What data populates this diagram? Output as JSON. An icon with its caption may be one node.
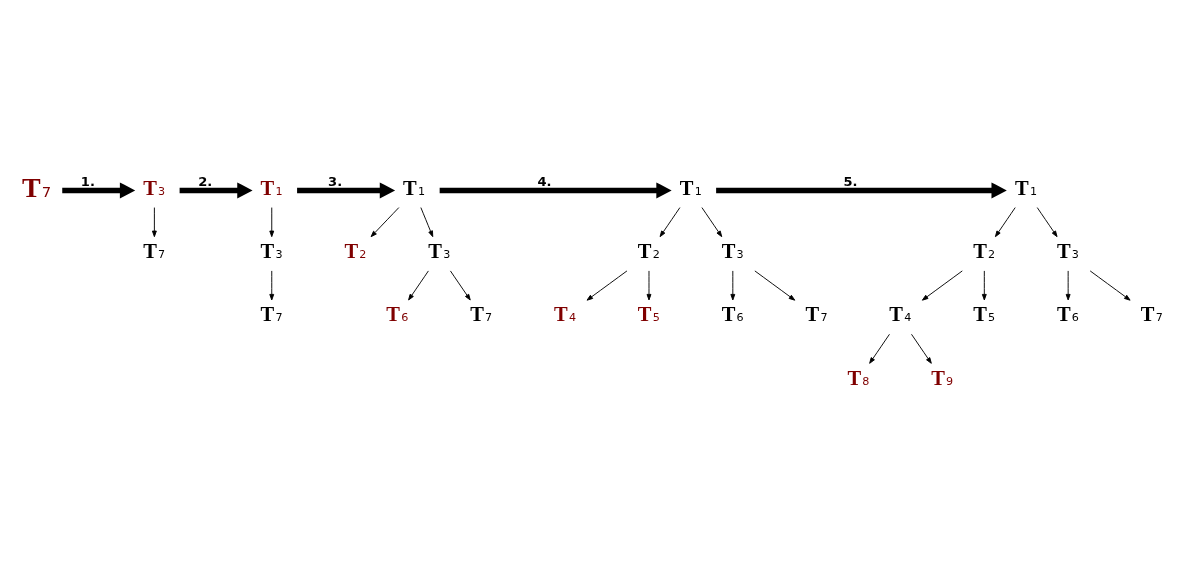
{
  "diagram": {
    "nodes": [
      {
        "text": [
          "T$_{7}$"
        ]
      },
      {
        "text": [
          "T$_{3}$"
        ]
      },
      {
        "text": [
          "T$_{7}$"
        ]
      },
      {
        "text": [
          "T$_{1}$"
        ]
      },
      {
        "text": [
          "T$_{3}$"
        ]
      },
      {
        "text": [
          "T$_{7}$"
        ]
      },
      {
        "text": [
          "T$_{1}$"
        ]
      },
      {
        "text": [
          "T$_{2}$"
        ]
      },
      {
        "text": [
          "T$_{3}$"
        ]
      },
      {
        "text": [
          "T$_{6}$"
        ]
      },
      {
        "text": [
          "T$_{7}$"
        ]
      },
      {
        "text": [
          "T$_{1}$"
        ]
      },
      {
        "text": [
          "T$_{2}$"
        ]
      },
      {
        "text": [
          "T$_{3}$"
        ]
      },
      {
        "text": [
          "T$_{4}$"
        ]
      },
      {
        "text": [
          "T$_{5}$"
        ]
      },
      {
        "text": [
          "T$_{6}$"
        ]
      },
      {
        "text": [
          "T$_{7}$"
        ]
      },
      {
        "text": [
          "T$_{1}$"
        ]
      },
      {
        "text": [
          "T$_{2}$"
        ]
      },
      {
        "text": [
          "T$_{3}$"
        ]
      },
      {
        "text": [
          "T$_{4}$"
        ]
      },
      {
        "text": [
          "T$_{5}$"
        ]
      },
      {
        "text": [
          "T$_{6}$"
        ]
      },
      {
        "text": [
          "T$_{7}$"
        ]
      },
      {
        "text": [
          "T$_{8}$"
        ]
      },
      {
        "text": [
          "T$_{9}$"
        ]
      }
    ],
    "edges": [
      {
        "from": 1,
        "to": 2,
        "arrow": "to"
      },
      {
        "from": 3,
        "to": 4,
        "arrow": "to"
      },
      {
        "from": 4,
        "to": 5,
        "arrow": "to"
      },
      {
        "from": 6,
        "to": 7,
        "arrow": "to"
      },
      {
        "from": 6,
        "to": 8,
        "arrow": "to"
      },
      {
        "from": 8,
        "to": 9,
        "arrow": "to"
      },
      {
        "from": 8,
        "to": 10,
        "arrow": "to"
      },
      {
        "from": 11,
        "to": 12,
        "arrow": "to"
      },
      {
        "from": 11,
        "to": 13,
        "arrow": "to"
      },
      {
        "from": 12,
        "to": 14,
        "arrow": "to"
      },
      {
        "from": 12,
        "to": 15,
        "arrow": "to"
      },
      {
        "from": 13,
        "to": 16,
        "arrow": "to"
      },
      {
        "from": 13,
        "to": 17,
        "arrow": "to"
      },
      {
        "from": 18,
        "to": 19,
        "arrow": "to"
      },
      {
        "from": 18,
        "to": 20,
        "arrow": "to"
      },
      {
        "from": 19,
        "to": 21,
        "arrow": "to"
      },
      {
        "from": 19,
        "to": 22,
        "arrow": "to"
      },
      {
        "from": 20,
        "to": 23,
        "arrow": "to"
      },
      {
        "from": 20,
        "to": 24,
        "arrow": "to"
      },
      {
        "from": 21,
        "to": 25,
        "arrow": "to"
      },
      {
        "from": 21,
        "to": 26,
        "arrow": "to"
      },
      {
        "from": 0,
        "to": 1,
        "arrow": "to",
        "label": "1.",
        "style": "thick"
      },
      {
        "from": 1,
        "to": 3,
        "arrow": "to",
        "label": "2.",
        "style": "thick"
      },
      {
        "from": 3,
        "to": 6,
        "arrow": "to",
        "label": "3.",
        "style": "thick"
      },
      {
        "from": 6,
        "to": 11,
        "arrow": "to",
        "label": "4.",
        "style": "thick"
      },
      {
        "from": 11,
        "to": 18,
        "arrow": "to",
        "label": "5.",
        "style": "thick"
      }
    ]
  }
}
